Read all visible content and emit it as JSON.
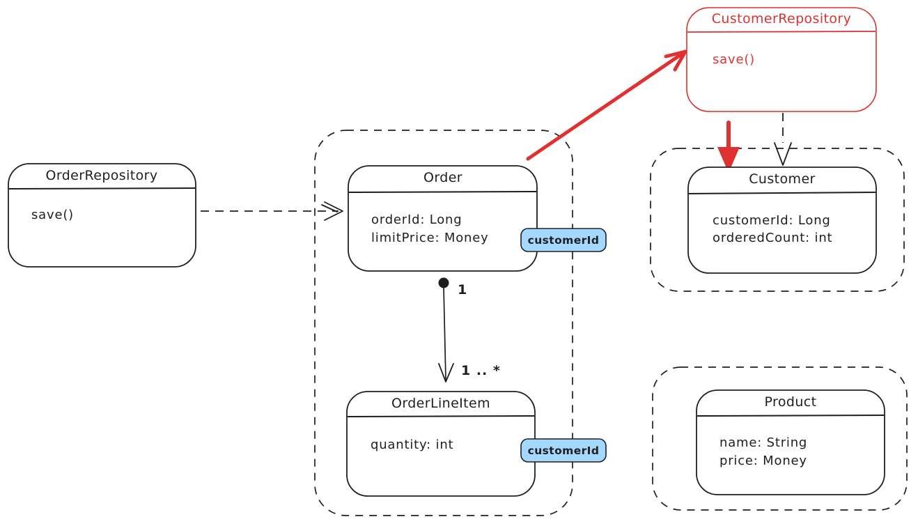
{
  "diagram": {
    "colors": {
      "ink": "#1e1e1e",
      "red": "#e03131",
      "badge_fill": "#a5d8ff"
    },
    "classes": {
      "order_repository": {
        "title": "OrderRepository",
        "methods": [
          "save()"
        ]
      },
      "customer_repository": {
        "title": "CustomerRepository",
        "methods": [
          "save()"
        ]
      },
      "order": {
        "title": "Order",
        "attributes": [
          "orderId: Long",
          "limitPrice: Money"
        ],
        "badge": "customerId"
      },
      "order_line_item": {
        "title": "OrderLineItem",
        "attributes": [
          "quantity: int"
        ],
        "badge": "customerId"
      },
      "customer": {
        "title": "Customer",
        "attributes": [
          "customerId: Long",
          "orderedCount: int"
        ]
      },
      "product": {
        "title": "Product",
        "attributes": [
          "name: String",
          "price: Money"
        ]
      }
    },
    "composition": {
      "source_multiplicity": "1",
      "target_multiplicity": "1 .. *"
    }
  }
}
